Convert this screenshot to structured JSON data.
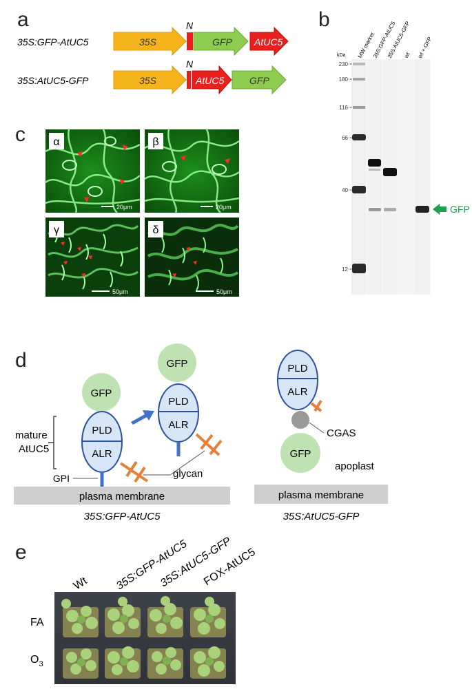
{
  "panels": {
    "a": "a",
    "b": "b",
    "c": "c",
    "d": "d",
    "e": "e"
  },
  "constructs": {
    "row1": {
      "name": "35S:GFP-AtUC5",
      "seg1": "35S",
      "n": "N",
      "seg2": "GFP",
      "seg3": "AtUC5"
    },
    "row2": {
      "name": "35S:AtUC5-GFP",
      "seg1": "35S",
      "n": "N",
      "seg2": "AtUC5",
      "seg3": "GFP"
    }
  },
  "gel": {
    "unit": "kDa",
    "lanes": [
      "MW marker",
      "35S:GFP-AtUC5",
      "35S:AtUC5-GFP",
      "wt",
      "wt + GFP"
    ],
    "markers": [
      "230",
      "180",
      "116",
      "66",
      "40",
      "12"
    ],
    "gfp_label": "GFP",
    "gfp_color": "#1d9e4c"
  },
  "micrographs": [
    {
      "label": "α",
      "scale": "20μm"
    },
    {
      "label": "β",
      "scale": "20μm"
    },
    {
      "label": "γ",
      "scale": "50μm"
    },
    {
      "label": "δ",
      "scale": "50μm"
    }
  ],
  "diagram": {
    "gfp": "GFP",
    "pld": "PLD",
    "alr": "ALR",
    "mature_line1": "mature",
    "mature_line2": "AtUC5",
    "gpi": "GPI",
    "glycan": "glycan",
    "cgas": "CGAS",
    "apoplast": "apoplast",
    "membrane": "plasma membrane",
    "caption_left": "35S:GFP-AtUC5",
    "caption_right": "35S:AtUC5-GFP"
  },
  "plants": {
    "columns": [
      "Wt",
      "35S:GFP-AtUC5",
      "35S:AtUC5-GFP",
      "FOX-AtUC5"
    ],
    "row_fa": "FA",
    "row_o3": "O",
    "row_o3_sub": "3"
  },
  "colors": {
    "promoter": "#f5b41c",
    "n_terminal": "#e8201e",
    "gfp_green": "#8dcc4e",
    "atuc5_red": "#e8201e",
    "gfp_circle": "#bfe2b2",
    "domain_fill": "#d6e6f7",
    "domain_stroke": "#2e4f9c",
    "glycan": "#e5803a",
    "membrane": "#cfcfcf",
    "arrow_blue": "#3f72c6"
  }
}
